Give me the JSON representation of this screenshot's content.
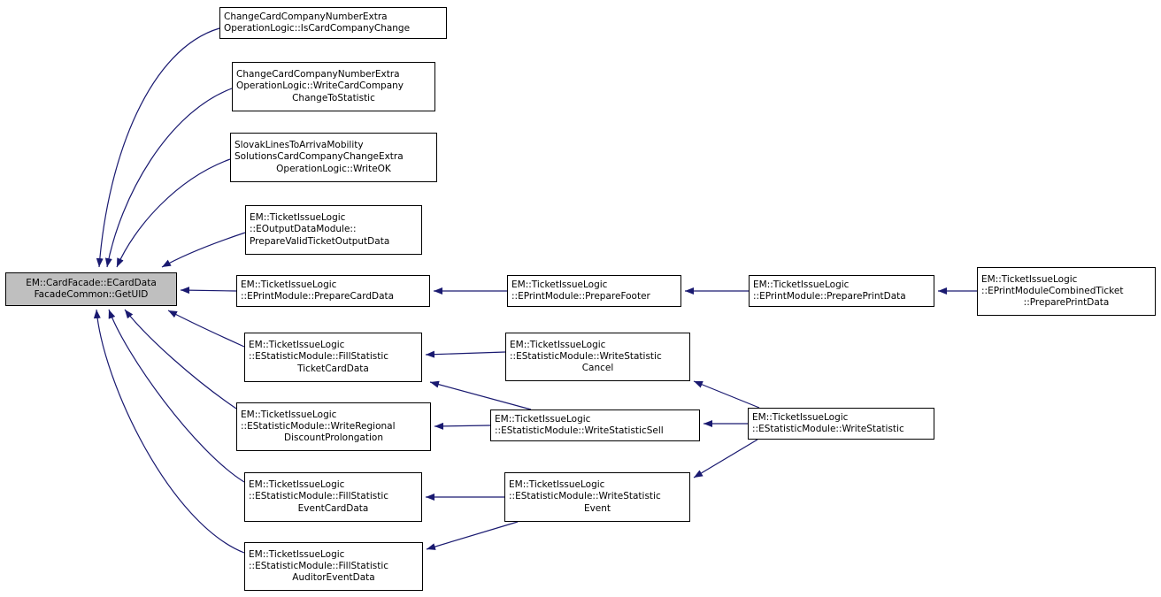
{
  "diagram": {
    "type": "doxygen-caller-graph",
    "focus_function": "EM::CardFacade::ECardDataFacadeCommon::GetUID"
  },
  "colors": {
    "edge": "#191970",
    "node_border": "#000000",
    "node_fill": "#ffffff",
    "focus_fill": "#bfbfbf",
    "background": "#ffffff"
  },
  "nodes": {
    "main": {
      "lines": [
        "EM::CardFacade::ECardData",
        "FacadeCommon::GetUID"
      ]
    },
    "isCardCompanyChange": {
      "lines": [
        "ChangeCardCompanyNumberExtra",
        "OperationLogic::IsCardCompanyChange"
      ]
    },
    "writeCardCompanyChangeToStatistic": {
      "lines": [
        "ChangeCardCompanyNumberExtra",
        "OperationLogic::WriteCardCompany",
        "ChangeToStatistic"
      ]
    },
    "slovakWriteOK": {
      "lines": [
        "SlovakLinesToArrivaMobility",
        "SolutionsCardCompanyChangeExtra",
        "OperationLogic::WriteOK"
      ]
    },
    "prepareValidTicketOutputData": {
      "lines": [
        "EM::TicketIssueLogic",
        "::EOutputDataModule::",
        "PrepareValidTicketOutputData"
      ]
    },
    "prepareCardData": {
      "lines": [
        "EM::TicketIssueLogic",
        "::EPrintModule::PrepareCardData"
      ]
    },
    "prepareFooter": {
      "lines": [
        "EM::TicketIssueLogic",
        "::EPrintModule::PrepareFooter"
      ]
    },
    "preparePrintData": {
      "lines": [
        "EM::TicketIssueLogic",
        "::EPrintModule::PreparePrintData"
      ]
    },
    "combinedPreparePrintData": {
      "lines": [
        "EM::TicketIssueLogic",
        "::EPrintModuleCombinedTicket",
        "::PreparePrintData"
      ]
    },
    "fillStatisticTicketCardData": {
      "lines": [
        "EM::TicketIssueLogic",
        "::EStatisticModule::FillStatistic",
        "TicketCardData"
      ]
    },
    "writeStatisticCancel": {
      "lines": [
        "EM::TicketIssueLogic",
        "::EStatisticModule::WriteStatistic",
        "Cancel"
      ]
    },
    "writeRegionalDiscountProlongation": {
      "lines": [
        "EM::TicketIssueLogic",
        "::EStatisticModule::WriteRegional",
        "DiscountProlongation"
      ]
    },
    "writeStatisticSell": {
      "lines": [
        "EM::TicketIssueLogic",
        "::EStatisticModule::WriteStatisticSell"
      ]
    },
    "writeStatistic": {
      "lines": [
        "EM::TicketIssueLogic",
        "::EStatisticModule::WriteStatistic"
      ]
    },
    "fillStatisticEventCardData": {
      "lines": [
        "EM::TicketIssueLogic",
        "::EStatisticModule::FillStatistic",
        "EventCardData"
      ]
    },
    "writeStatisticEvent": {
      "lines": [
        "EM::TicketIssueLogic",
        "::EStatisticModule::WriteStatistic",
        "Event"
      ]
    },
    "fillStatisticAuditorEventData": {
      "lines": [
        "EM::TicketIssueLogic",
        "::EStatisticModule::FillStatistic",
        "AuditorEventData"
      ]
    }
  }
}
